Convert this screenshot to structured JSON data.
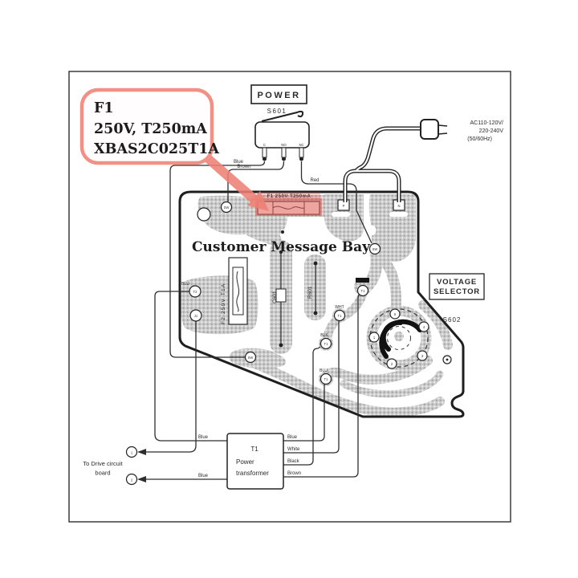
{
  "callout": {
    "lines": [
      "F1",
      "250V, T250mA",
      "XBAS2C025T1A"
    ]
  },
  "power": {
    "title": "POWER",
    "ref": "S601",
    "terminal_c": "C",
    "terminal_no": "NO",
    "terminal_nc": "NC"
  },
  "ac": {
    "lines": [
      "AC110-120V/",
      "220-240V",
      "(50/60Hz)"
    ]
  },
  "board": {
    "title": "Customer Message Bay",
    "fuse_f1_label": "F1 250V T250mA",
    "fuse_f2_label": "F2 250V T1A",
    "c601": "C601",
    "r601": "R601",
    "pad_sw": "SW",
    "pad_p": "P",
    "pad_n": "N",
    "pad_t2": "T2",
    "pad_j1": "J1",
    "pad_t1": "T1"
  },
  "selector": {
    "title_line1": "VOLTAGE",
    "title_line2": "SELECTOR",
    "ref": "S602",
    "positions": [
      "1",
      "2",
      "3",
      "4",
      "5"
    ]
  },
  "transformer": {
    "line1": "T1",
    "line2": "Power",
    "line3": "transformer"
  },
  "drive": {
    "line1": "To Drive circuit",
    "line2": "board",
    "t1": "1",
    "t2": "2"
  },
  "wires": {
    "blue": "Blue",
    "brown": "Brown",
    "red": "Red",
    "white": "White",
    "black": "Black",
    "blu": "BLU",
    "wht": "WHT",
    "blk": "BLK"
  },
  "colors": {
    "callout_stroke": "#f29086",
    "highlight_fill": "#e05a50",
    "line_art": "#2a2a2a"
  }
}
